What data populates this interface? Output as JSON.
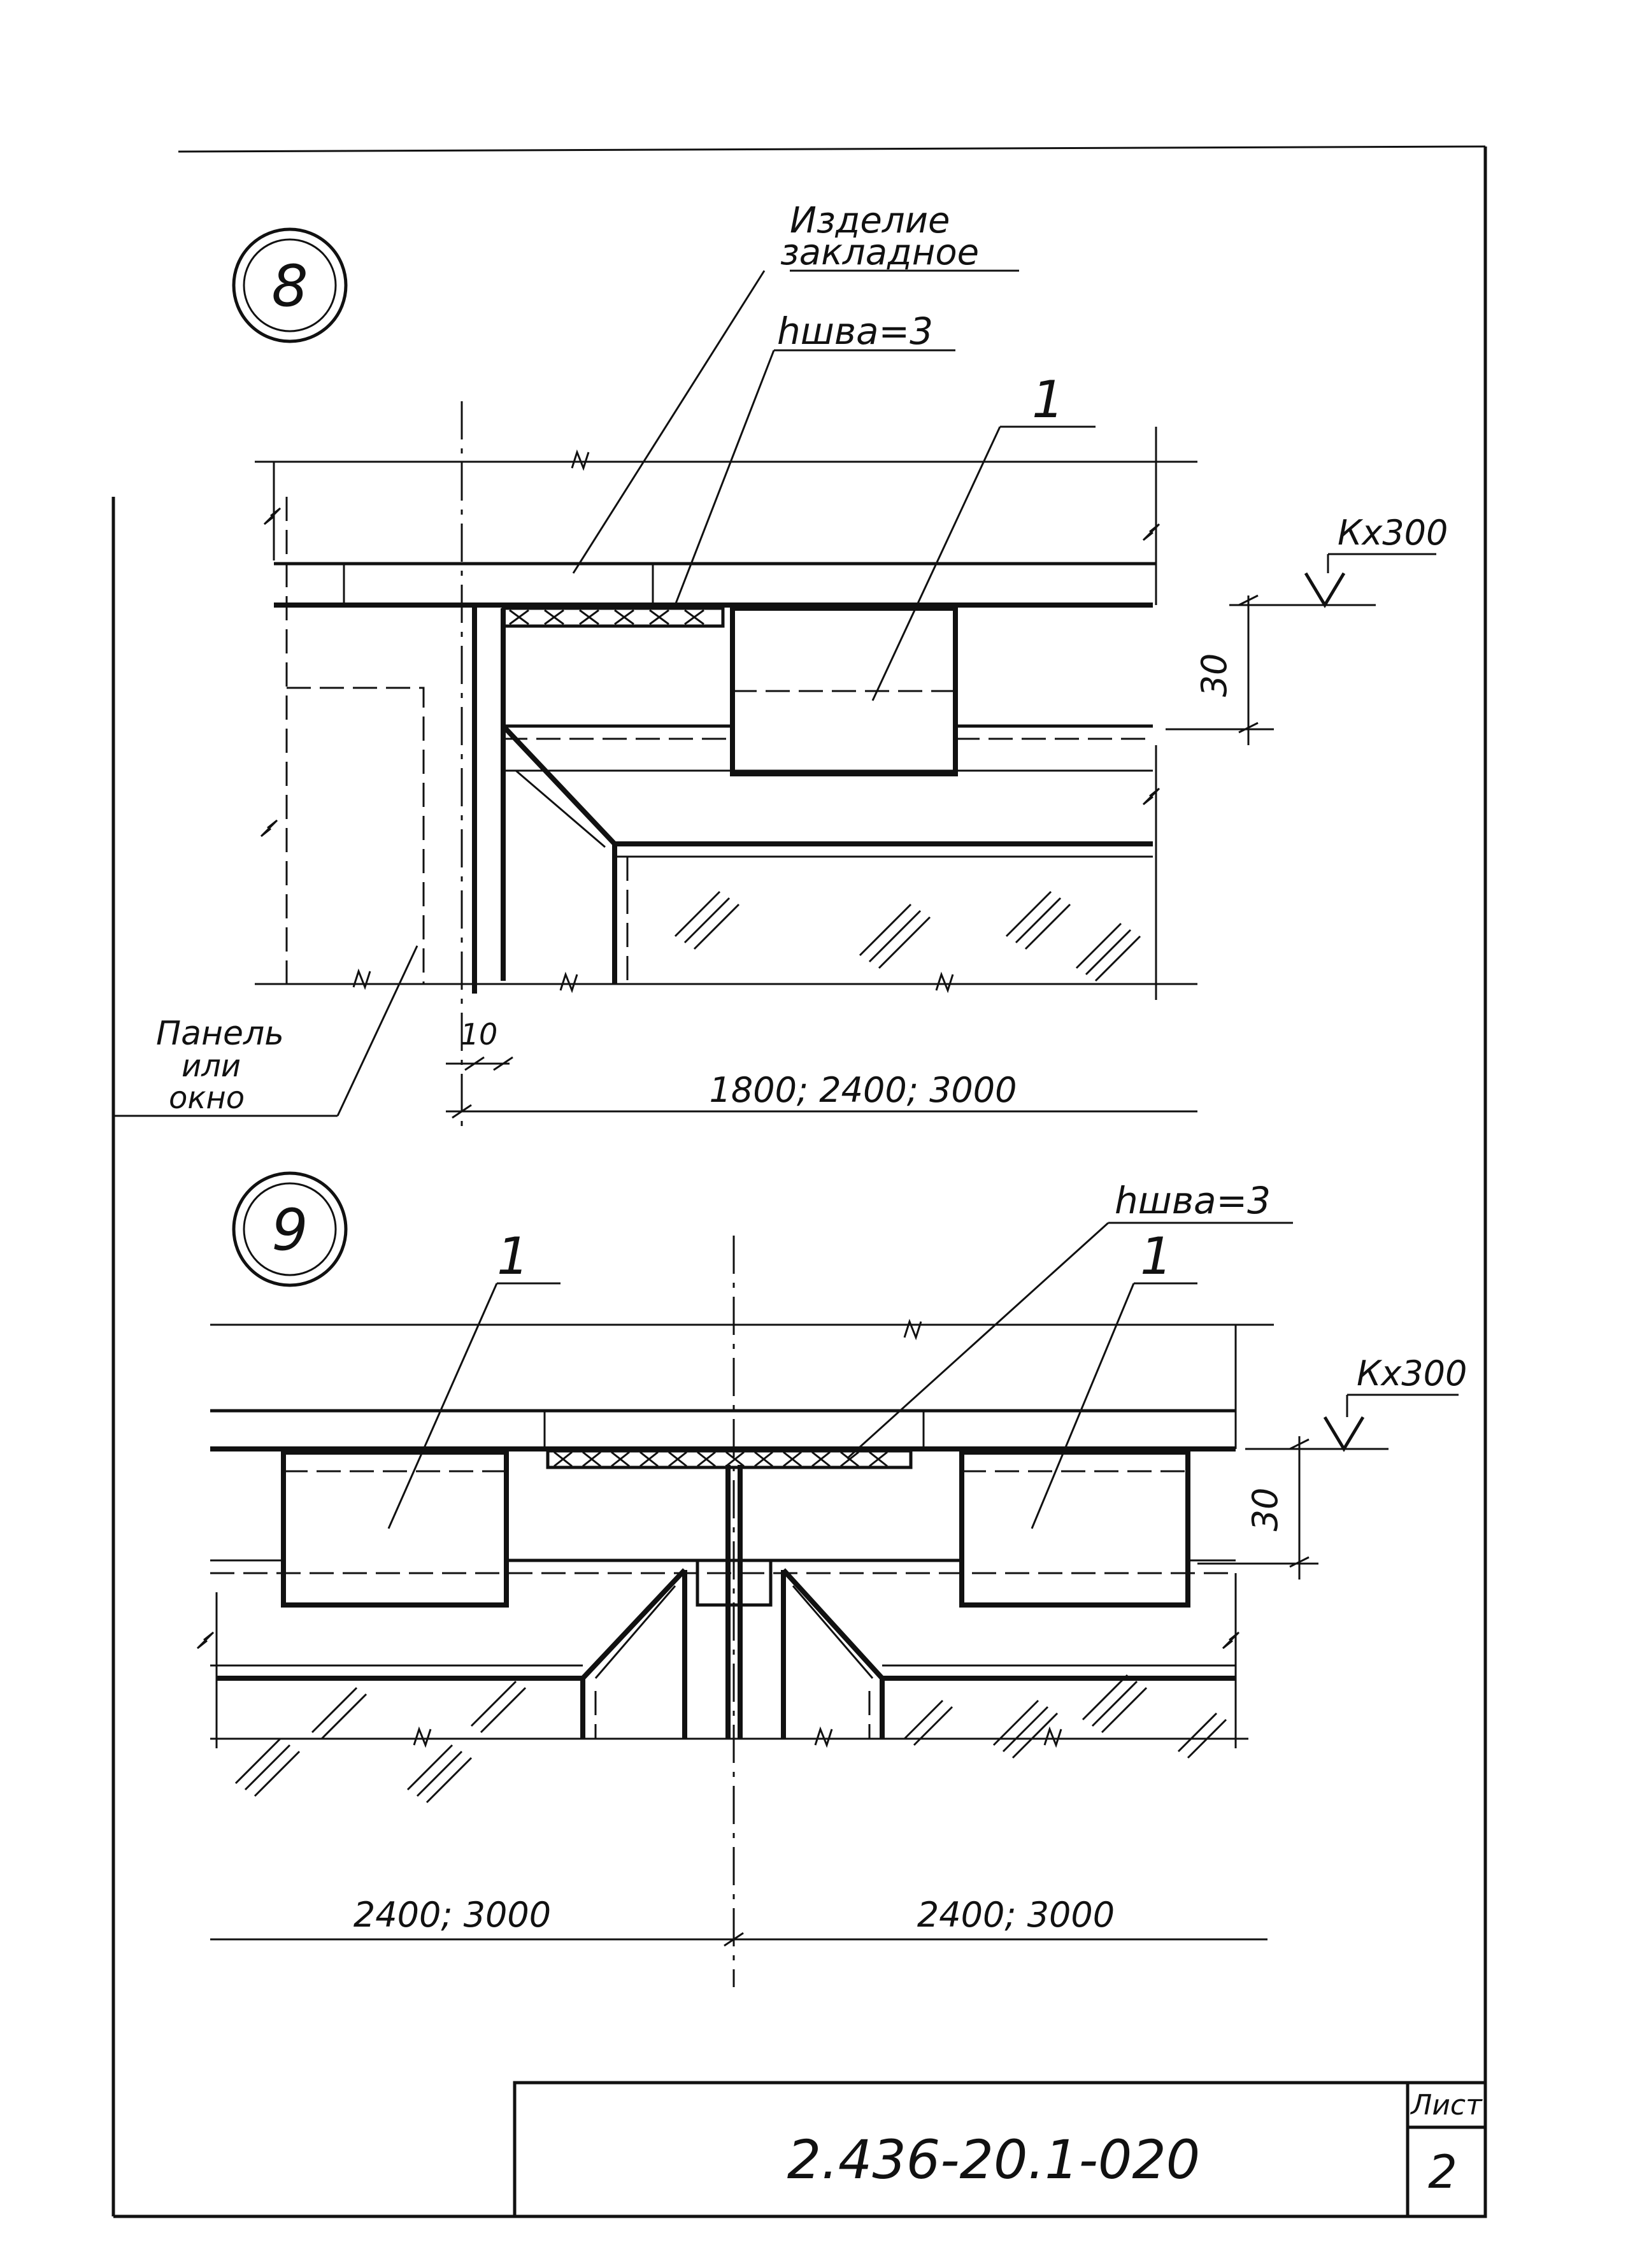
{
  "detail_8": {
    "marker": "8",
    "embedded_part_label_line1": "Изделие",
    "embedded_part_label_line2": "закладное",
    "weld_label": "hшва=3",
    "part_number": "1",
    "level_mark": "Кх300",
    "height_dim": "30",
    "gap_dim": "10",
    "panel_label_line1": "Панель",
    "panel_label_line2": "или",
    "panel_label_line3": "окно",
    "span_dim": "1800; 2400; 3000"
  },
  "detail_9": {
    "marker": "9",
    "part_number_left": "1",
    "part_number_right": "1",
    "weld_label": "hшва=3",
    "level_mark": "Кх300",
    "height_dim": "30",
    "span_dim_left": "2400; 3000",
    "span_dim_right": "2400; 3000"
  },
  "title_block": {
    "document_code": "2.436-20.1-020",
    "sheet_label": "Лист",
    "sheet_number": "2"
  }
}
